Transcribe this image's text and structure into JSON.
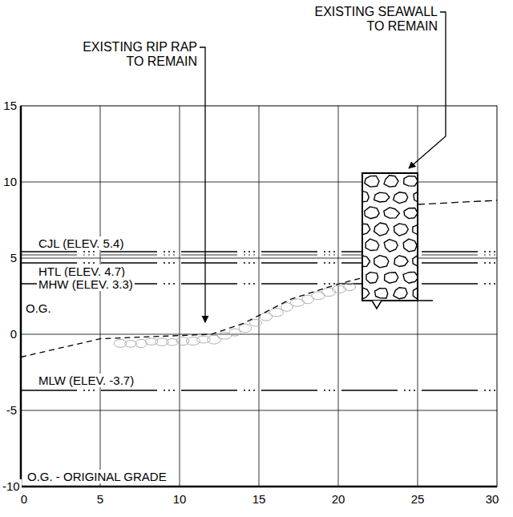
{
  "diagram": {
    "labels": [
      "EXISTING SEAWALL TO REMAIN",
      "EXISTING RIP RAP TO REMAIN",
      "15",
      "10",
      "5",
      "0",
      "-5",
      "-10",
      "CJL (ELEV. 5.4)",
      "HTL (ELEV. 4.7)",
      "MHW (ELEV. 3.3)",
      "O.G.",
      "MLW (ELEV. -3.7)",
      "O.G. - ORIGINAL GRADE",
      "0",
      "5",
      "10",
      "15",
      "20",
      "25",
      "30"
    ]
  }
}
